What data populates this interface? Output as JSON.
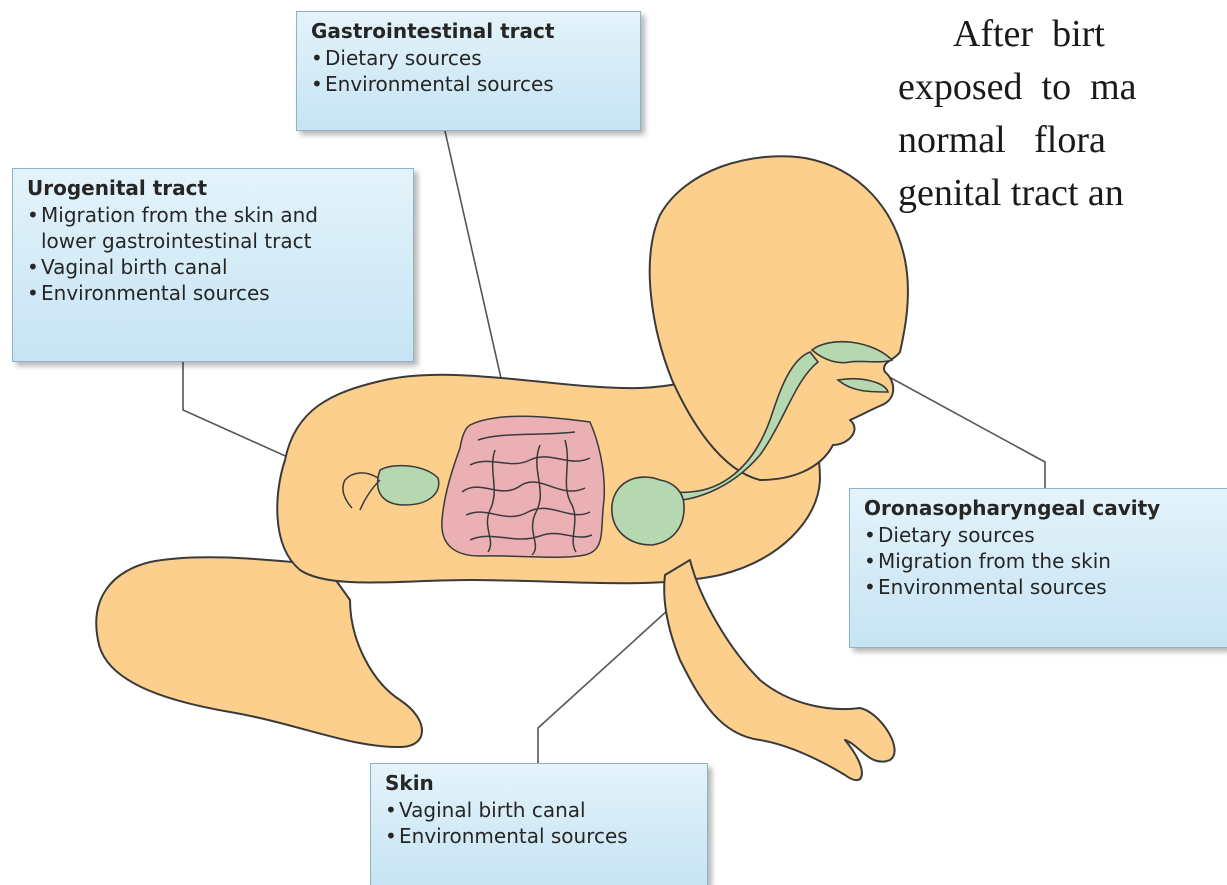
{
  "side_text": [
    "      After  birt",
    "exposed  to  ma",
    "normal   flora  ",
    "genital tract an"
  ],
  "boxes": {
    "gastrointestinal": {
      "title": "Gastrointestinal tract",
      "items": [
        "Dietary sources",
        "Environmental sources"
      ]
    },
    "urogenital": {
      "title": "Urogenital tract",
      "items": [
        "Migration from the skin and",
        "lower gastrointestinal tract",
        "Vaginal birth canal",
        "Environmental sources"
      ]
    },
    "oronasopharyngeal": {
      "title": "Oronasopharyngeal cavity",
      "items": [
        "Dietary sources",
        "Migration from the skin",
        "Environmental sources"
      ]
    },
    "skin": {
      "title": "Skin",
      "items": [
        "Vaginal birth canal",
        "Environmental sources"
      ]
    }
  },
  "colors": {
    "body_fill": "#fccf8c",
    "body_stroke": "#3a3a3a",
    "intestine_fill": "#eab0b4",
    "organ_fill": "#b6d8b0",
    "box_fill": "#d4ebf6",
    "connector": "#555555"
  }
}
